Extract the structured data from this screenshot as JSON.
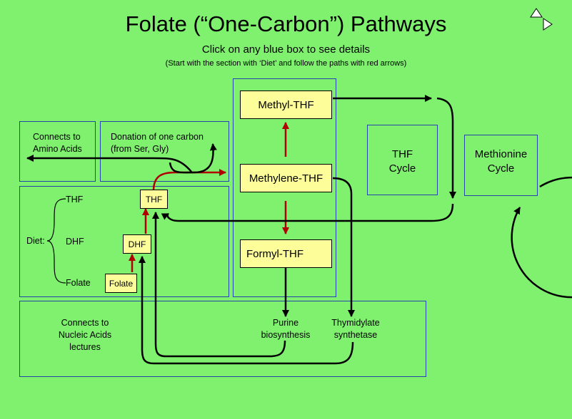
{
  "header": {
    "title": "Folate (“One-Carbon”) Pathways",
    "instruction": "Click on any blue box to see details",
    "hint": "(Start with the section with ‘Diet’ and follow the paths with red arrows)"
  },
  "boxes": {
    "amino_acids": "Connects to\nAmino Acids",
    "donation": "Donation of one carbon\n(from Ser, Gly)",
    "thf_cycle": "THF\nCycle",
    "methionine_cycle": "Methionine\nCycle",
    "nucleic_acids": "Connects to\nNucleic Acids\nlectures",
    "purine": "Purine\nbiosynthesis",
    "thymidylate": "Thymidylate\nsynthetase"
  },
  "diet": {
    "label": "Diet:",
    "items": [
      "THF",
      "DHF",
      "Folate"
    ]
  },
  "compounds": {
    "thf": "THF",
    "dhf": "DHF",
    "folate": "Folate",
    "methyl_thf": "Methyl-THF",
    "methylene_thf": "Methylene-THF",
    "formyl_thf": "Formyl-THF"
  },
  "colors": {
    "background": "#7ff16f",
    "box_border": "#2546a8",
    "compound_fill": "#fdfd9a",
    "red_arrow": "#b00000",
    "black_arrow": "#000000"
  },
  "nav": {
    "previous": "triangle-up-icon",
    "next": "triangle-right-icon"
  }
}
